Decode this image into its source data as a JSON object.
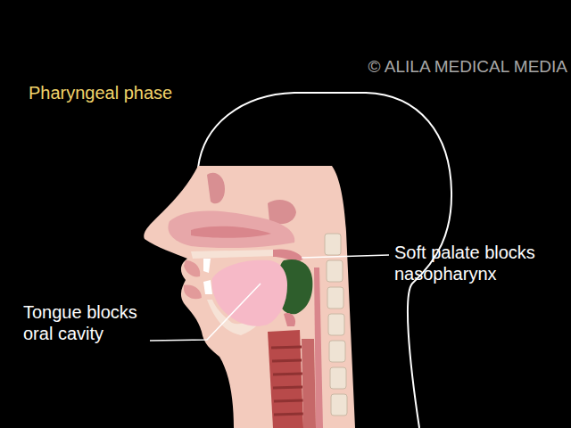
{
  "diagram": {
    "title": "Pharyngeal phase",
    "labels": [
      "© ALILA MEDICAL MEDIA",
      "Soft palate blocks nasopharynx",
      "Tongue blocks oral cavity"
    ]
  }
}
